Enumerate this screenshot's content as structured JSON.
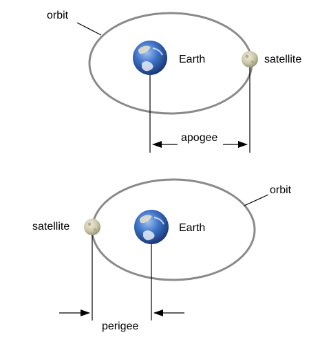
{
  "panels": [
    {
      "orbit_label": "orbit",
      "earth_label": "Earth",
      "satellite_label": "satellite",
      "distance_label": "apogee"
    },
    {
      "orbit_label": "orbit",
      "earth_label": "Earth",
      "satellite_label": "satellite",
      "distance_label": "perigee"
    }
  ],
  "colors": {
    "orbit": "#8a8a8a",
    "earth_ocean": "#2f5fb8",
    "satellite": "#c9c5a6"
  }
}
